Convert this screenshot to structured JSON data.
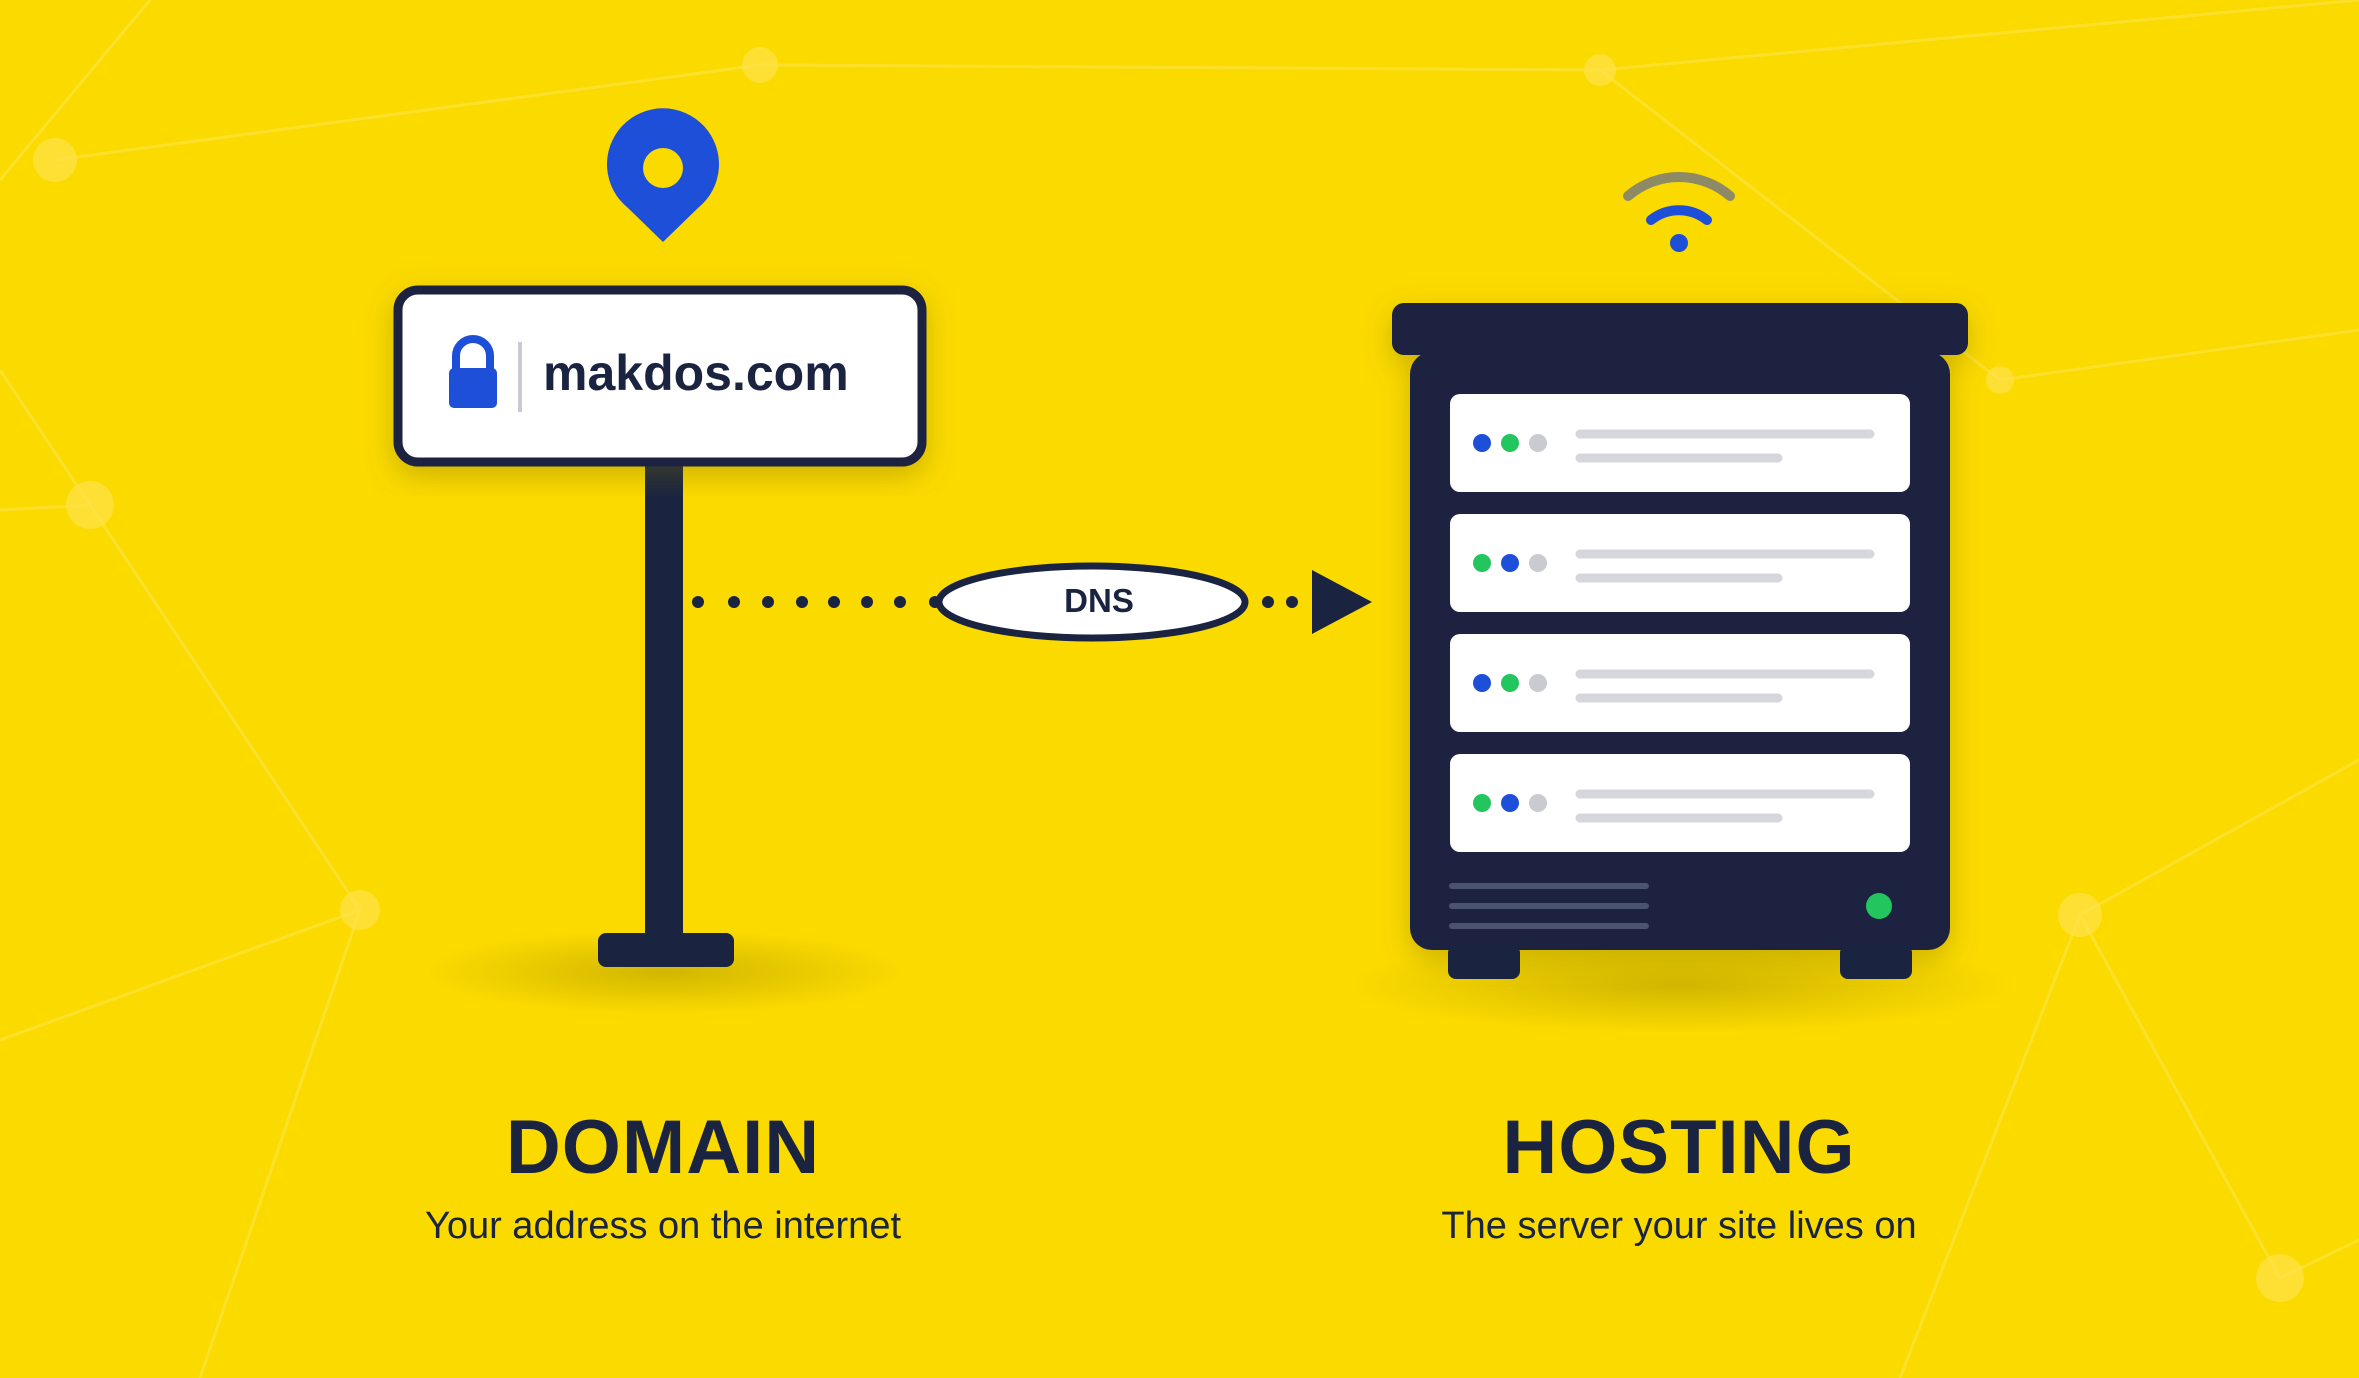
{
  "domain": {
    "title": "DOMAIN",
    "subtitle": "Your address on the internet",
    "sign_text": "makdos.com",
    "icons": [
      "location-pin-icon",
      "lock-icon"
    ]
  },
  "connector": {
    "label": "DNS",
    "icon": "arrow-head-icon"
  },
  "hosting": {
    "title": "HOSTING",
    "subtitle": "The server your site lives on",
    "icons": [
      "wifi-icon"
    ],
    "server_units": [
      {
        "leds": [
          "blue",
          "green",
          "gray"
        ]
      },
      {
        "leds": [
          "green",
          "blue",
          "gray"
        ]
      },
      {
        "leds": [
          "blue",
          "green",
          "gray"
        ]
      },
      {
        "leds": [
          "green",
          "blue",
          "gray"
        ]
      }
    ],
    "power_led": "green"
  },
  "colors": {
    "background": "#FBDA00",
    "navy": "#1A2440",
    "blue": "#1E4FD8",
    "green": "#22C55E",
    "gray": "#C9CBD1",
    "white": "#FFFFFF",
    "wifi_gray": "#8E8A66"
  }
}
